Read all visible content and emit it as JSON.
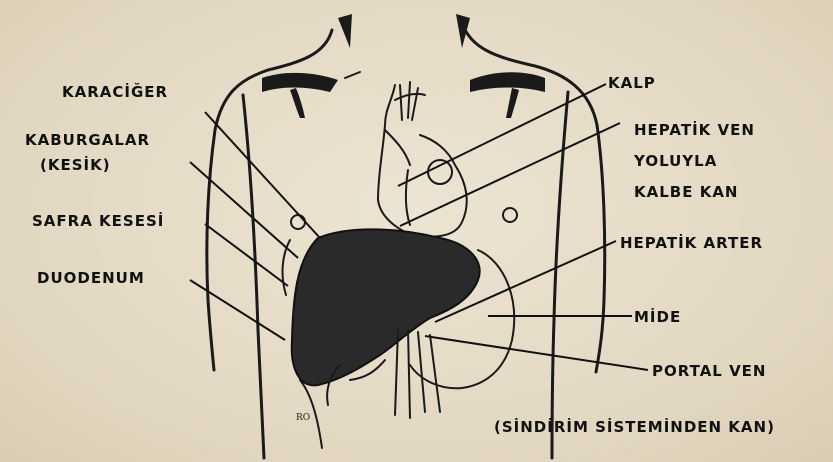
{
  "labels": {
    "karaciger": "KARACİĞER",
    "kaburgalar_1": "KABURGALAR",
    "kaburgalar_2": "(KESİK)",
    "safra_kesesi": "SAFRA KESESİ",
    "duodenum": "DUODENUM",
    "kalp": "KALP",
    "hepatik_ven_1": "HEPATİK VEN",
    "hepatik_ven_2": "YOLUYLA",
    "hepatik_ven_3": "KALBE KAN",
    "hepatik_arter": "HEPATİK ARTER",
    "mide": "MİDE",
    "portal_ven": "PORTAL VEN",
    "portal_ven_note": "(SİNDİRİM SİSTEMİNDEN KAN)"
  },
  "signature": "RO"
}
